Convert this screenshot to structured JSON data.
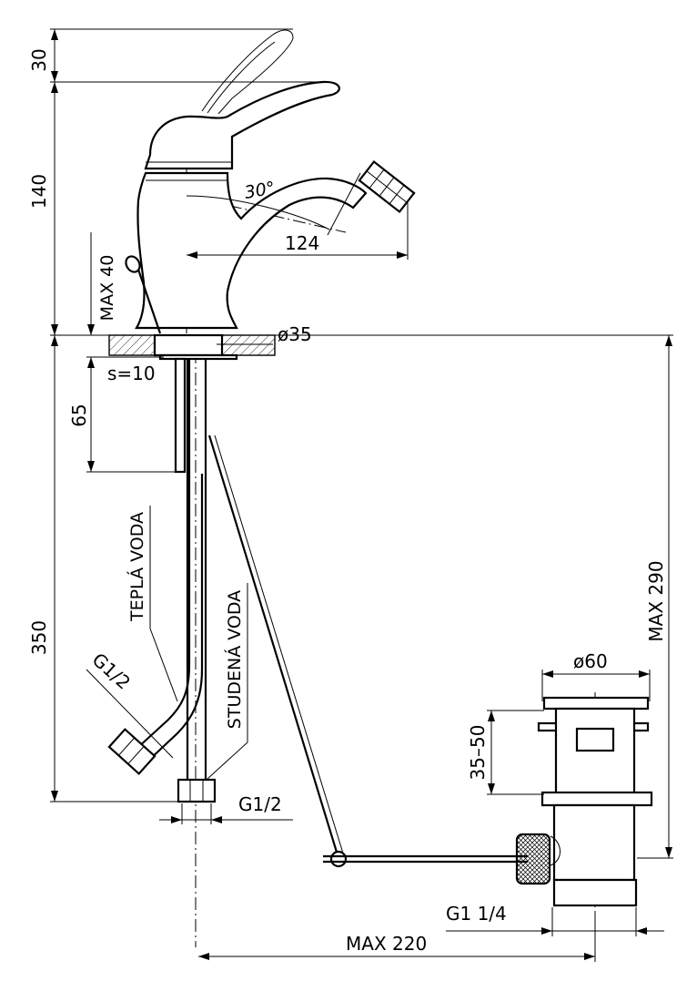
{
  "dimensions": {
    "lever_travel": "30",
    "height_to_lever": "140",
    "spout_angle": "30°",
    "spout_reach": "124",
    "max_deck_thickness": "MAX  40",
    "hole_diameter": "ø35",
    "washer_thickness": "s=10",
    "shank_length": "65",
    "hose_length": "350",
    "max_drain_depth": "MAX 290",
    "drain_diameter": "ø60",
    "drain_range": "35–50",
    "hose_thread_hot": "G1/2",
    "hose_thread_cold": "G1/2",
    "drain_thread": "G1  1/4",
    "max_rod_reach": "MAX 220"
  },
  "labels": {
    "hot_water": "TEPLÁ VODA",
    "cold_water": "STUDENÁ VODA"
  },
  "colors": {
    "line": "#000000",
    "background": "#ffffff"
  }
}
